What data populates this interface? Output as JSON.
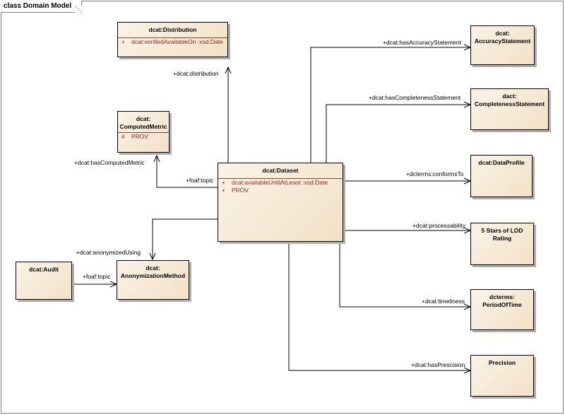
{
  "diagram": {
    "title": "class Domain Model"
  },
  "classes": {
    "distribution": {
      "name": "dcat:Distribution",
      "attrs": [
        {
          "vis": "+",
          "text": "dcat:verifiedAvailableOn  :xsd:Date"
        }
      ]
    },
    "computed_metric": {
      "name1": "dcat:",
      "name2": "ComputedMetric",
      "attrs": [
        {
          "vis": "#",
          "text": "PROV"
        }
      ]
    },
    "dataset": {
      "name": "dcat:Dataset",
      "attrs": [
        {
          "vis": "+",
          "text": "dcat:availableUntilAtLeast  :xsd:Date"
        },
        {
          "vis": "+",
          "text": "PROV"
        }
      ]
    },
    "anonymization": {
      "name1": "dcat:",
      "name2": "AnonymizationMethod"
    },
    "audit": {
      "name": "dcat:Audit"
    },
    "accuracy": {
      "name1": "dcat:",
      "name2": "AccuracyStatement"
    },
    "completeness": {
      "name1": "dact:",
      "name2": "CompletenessStatement"
    },
    "dataprofile": {
      "name": "dcat:DataProfile"
    },
    "lod": {
      "name1": "5 Stars of LOD",
      "name2": "Rating"
    },
    "periodoftime": {
      "name1": "dcterms:",
      "name2": "PeriodOfTime"
    },
    "precision": {
      "name": "Precision"
    }
  },
  "labels": {
    "distribution": "+dcat:distribution",
    "has_computed_metric": "+dcat:hasComputedMetric",
    "foaf_topic_dataset": "+foaf:topic",
    "anonymized_using": "+dcat:anonymizedUsing",
    "foaf_topic_audit": "+foaf:topic",
    "has_accuracy": "+dcat:hasAccuracyStatement",
    "has_completeness": "+dcat:hasCompletenessStatement",
    "conforms_to": "+dcterms:conformsTo",
    "processability": "+dcat:processability",
    "timeliness": "+dcat:timeliness",
    "has_precision": "+dcat:hasPrescision"
  },
  "colors": {
    "class_fill_start": "#fbf3e6",
    "class_fill_end": "#f2e1c6",
    "attribute_text": "#9b1c1c",
    "line": "#000000"
  }
}
